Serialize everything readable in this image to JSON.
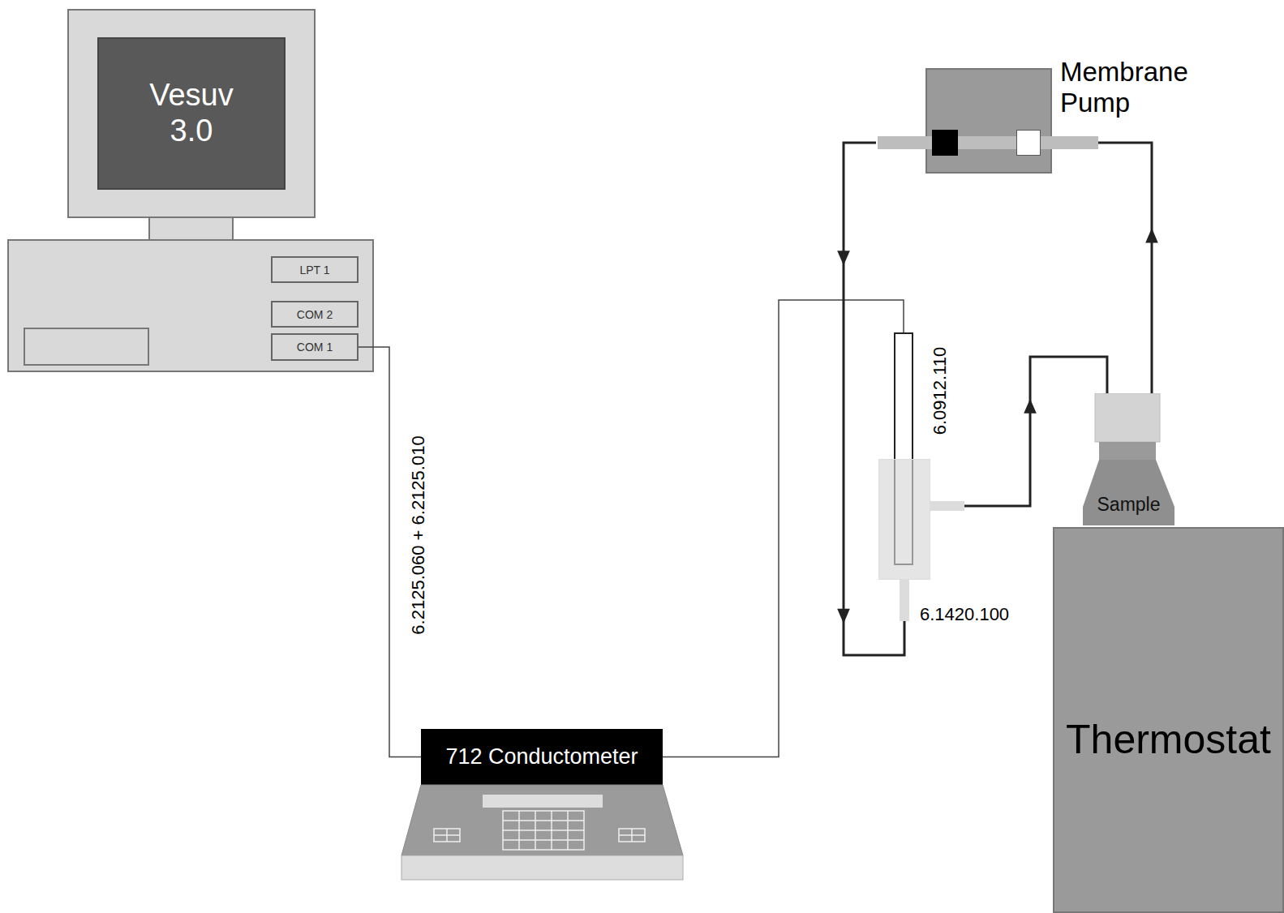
{
  "diagram": {
    "nodes": [
      {
        "text": [
          "Vesuv 3.0"
        ]
      },
      {
        "text": [
          "LPT 1"
        ]
      },
      {
        "text": [
          "COM 2"
        ]
      },
      {
        "text": [
          "COM 1"
        ]
      },
      {
        "text": [
          "712 Conductometer"
        ]
      },
      {
        "text": [
          "Membrane Pump"
        ]
      },
      {
        "text": [
          "6.0912.110"
        ]
      },
      {
        "text": [
          "6.1420.100"
        ]
      },
      {
        "text": [
          "Sample"
        ]
      },
      {
        "text": [
          "Thermostat"
        ]
      }
    ],
    "edges": [
      {
        "from": 3,
        "to": 4,
        "arrow": "none",
        "label": "6.2125.060 + 6.2125.010"
      },
      {
        "from": 4,
        "to": 6,
        "arrow": "none"
      },
      {
        "from": 8,
        "to": 5,
        "arrow": "to"
      },
      {
        "from": 5,
        "to": 7,
        "arrow": "to"
      },
      {
        "from": 7,
        "to": 8,
        "arrow": "to"
      }
    ]
  }
}
